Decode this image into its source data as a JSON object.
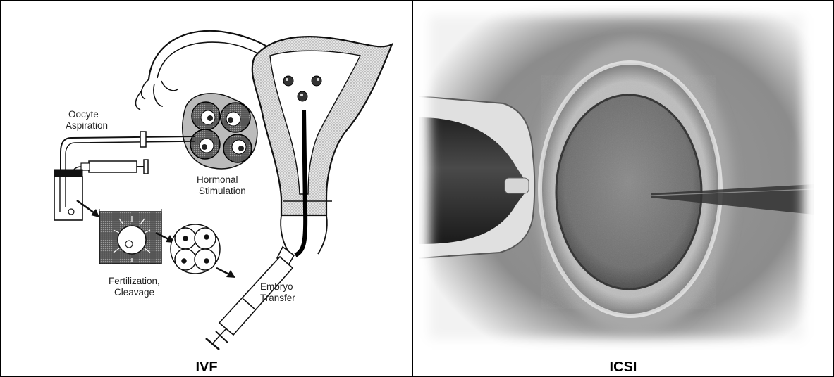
{
  "panels": [
    {
      "caption": "IVF",
      "labels": {
        "oocyte_aspiration": [
          "Oocyte",
          "Aspiration"
        ],
        "hormonal_stimulation": [
          "Hormonal",
          "Stimulation"
        ],
        "fertilization": [
          "Fertilization,",
          "Cleavage"
        ],
        "embryo_transfer": [
          "Embryo",
          "Transfer"
        ]
      }
    },
    {
      "caption": "ICSI"
    }
  ]
}
